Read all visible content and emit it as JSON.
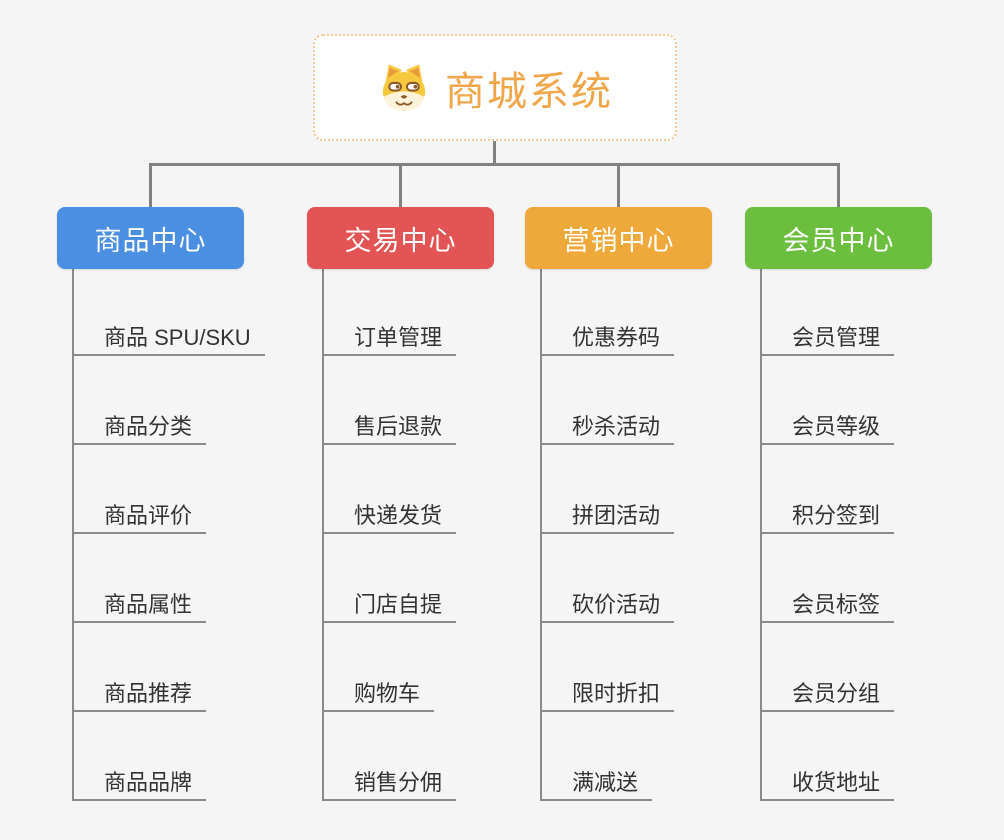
{
  "app": {
    "type": "mind-map-diagram",
    "background_color": "#f5f5f5",
    "connector_color": "#828282"
  },
  "root": {
    "title": "商城系统",
    "icon": "dog-face-icon",
    "title_color": "#f0a649",
    "border_color": "#f5c98f"
  },
  "branches": [
    {
      "label": "商品中心",
      "color": "#4a8fe2",
      "children": [
        "商品 SPU/SKU",
        "商品分类",
        "商品评价",
        "商品属性",
        "商品推荐",
        "商品品牌"
      ]
    },
    {
      "label": "交易中心",
      "color": "#e35555",
      "children": [
        "订单管理",
        "售后退款",
        "快递发货",
        "门店自提",
        "购物车",
        "销售分佣"
      ]
    },
    {
      "label": "营销中心",
      "color": "#efa93b",
      "children": [
        "优惠券码",
        "秒杀活动",
        "拼团活动",
        "砍价活动",
        "限时折扣",
        "满减送"
      ]
    },
    {
      "label": "会员中心",
      "color": "#6cbe3e",
      "children": [
        "会员管理",
        "会员等级",
        "积分签到",
        "会员标签",
        "会员分组",
        "收货地址"
      ]
    }
  ]
}
